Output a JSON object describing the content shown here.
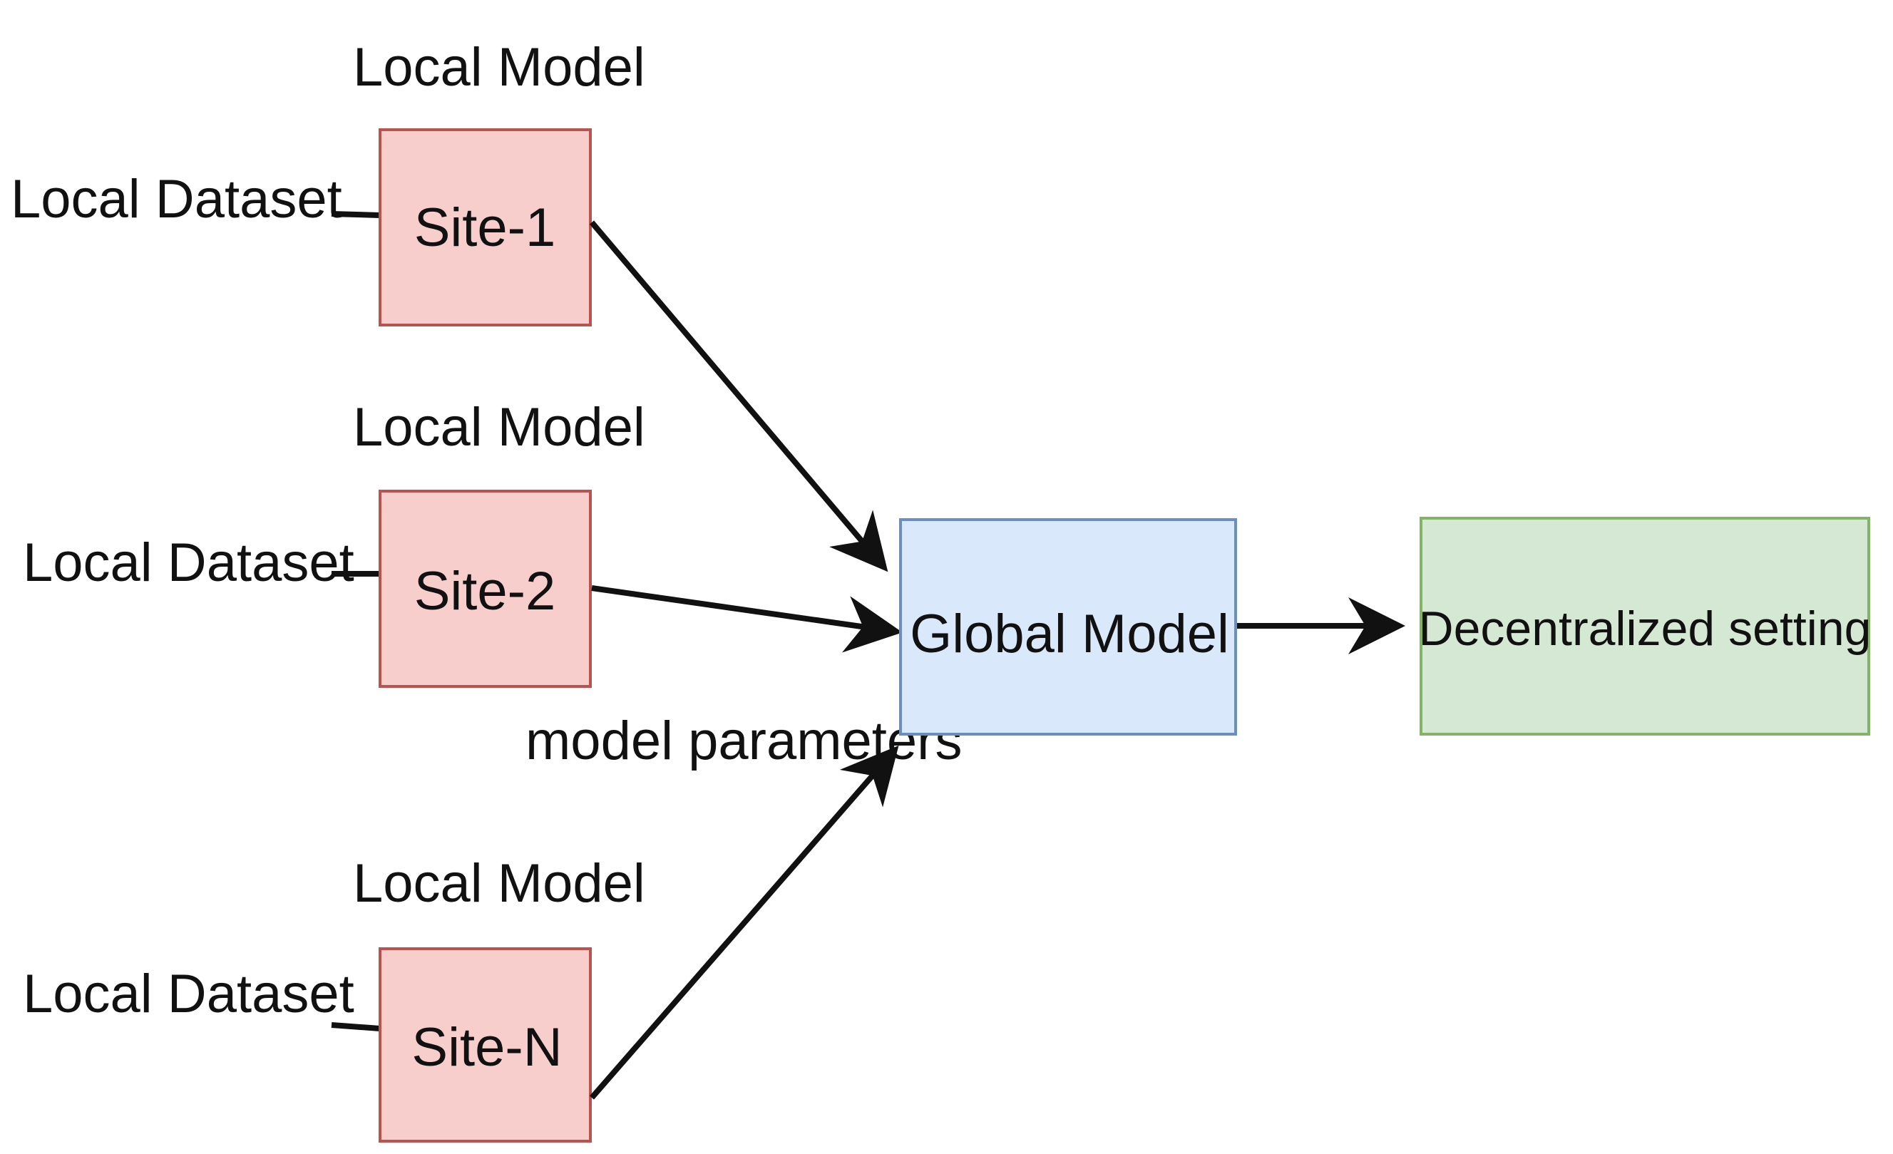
{
  "sites": [
    {
      "model_label": "Local Model",
      "dataset_label": "Local Dataset",
      "site_label": "Site-1"
    },
    {
      "model_label": "Local Model",
      "dataset_label": "Local Dataset",
      "site_label": "Site-2"
    },
    {
      "model_label": "Local Model",
      "dataset_label": "Local Dataset",
      "site_label": "Site-N"
    }
  ],
  "global_model": {
    "label": "Global Model"
  },
  "parameters_label": "model parameters",
  "output": {
    "label": "Decentralized setting"
  },
  "colors": {
    "site_fill": "#f8cecc",
    "site_border": "#b85450",
    "global_fill": "#dae8fc",
    "global_border": "#6c8ebf",
    "output_fill": "#d5e8d4",
    "output_border": "#82b366",
    "arrow": "#111111"
  }
}
